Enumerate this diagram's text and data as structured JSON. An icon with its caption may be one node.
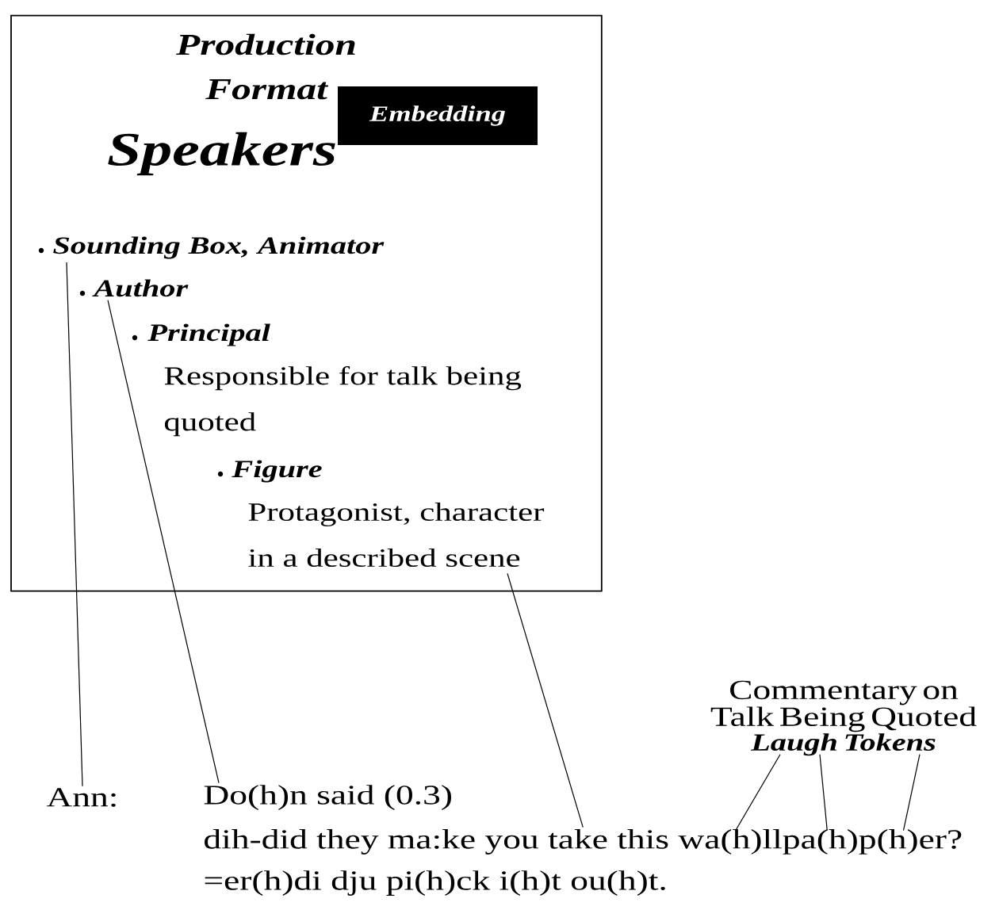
{
  "diagram": {
    "nodes": [
      {
        "text": [
          "Production Format",
          "Speakers"
        ]
      },
      {
        "text": [
          "Embedding"
        ],
        "in": 0
      },
      {
        "text": [
          "Sounding Box, Animator"
        ],
        "in": 0
      },
      {
        "text": [
          "Author"
        ],
        "in": 0
      },
      {
        "text": [
          "Principal",
          "Responsible for talk being quoted"
        ],
        "in": 0
      },
      {
        "text": [
          "Figure",
          "Protagonist, character in a described scene"
        ],
        "in": 0
      },
      {
        "text": [
          "Ann:"
        ]
      },
      {
        "text": [
          "Do(h)n said (0.3)"
        ]
      },
      {
        "text": [
          "dih-did they ma:ke you take this wa(h)llpa(h)p(h)er?"
        ]
      },
      {
        "text": [
          "=er(h)di dju pi(h)ck i(h)t ou(h)t."
        ]
      },
      {
        "text": [
          "Commentary on Talk Being Quoted",
          "Laugh Tokens"
        ]
      }
    ],
    "edges": [
      {
        "from": 2,
        "to": 6,
        "arrow": "none"
      },
      {
        "from": 3,
        "to": 7,
        "arrow": "none"
      },
      {
        "from": 5,
        "to": 8,
        "arrow": "none"
      },
      {
        "from": 10,
        "to": 8,
        "arrow": "none"
      },
      {
        "from": 10,
        "to": 8,
        "arrow": "none"
      },
      {
        "from": 10,
        "to": 8,
        "arrow": "none"
      }
    ]
  }
}
